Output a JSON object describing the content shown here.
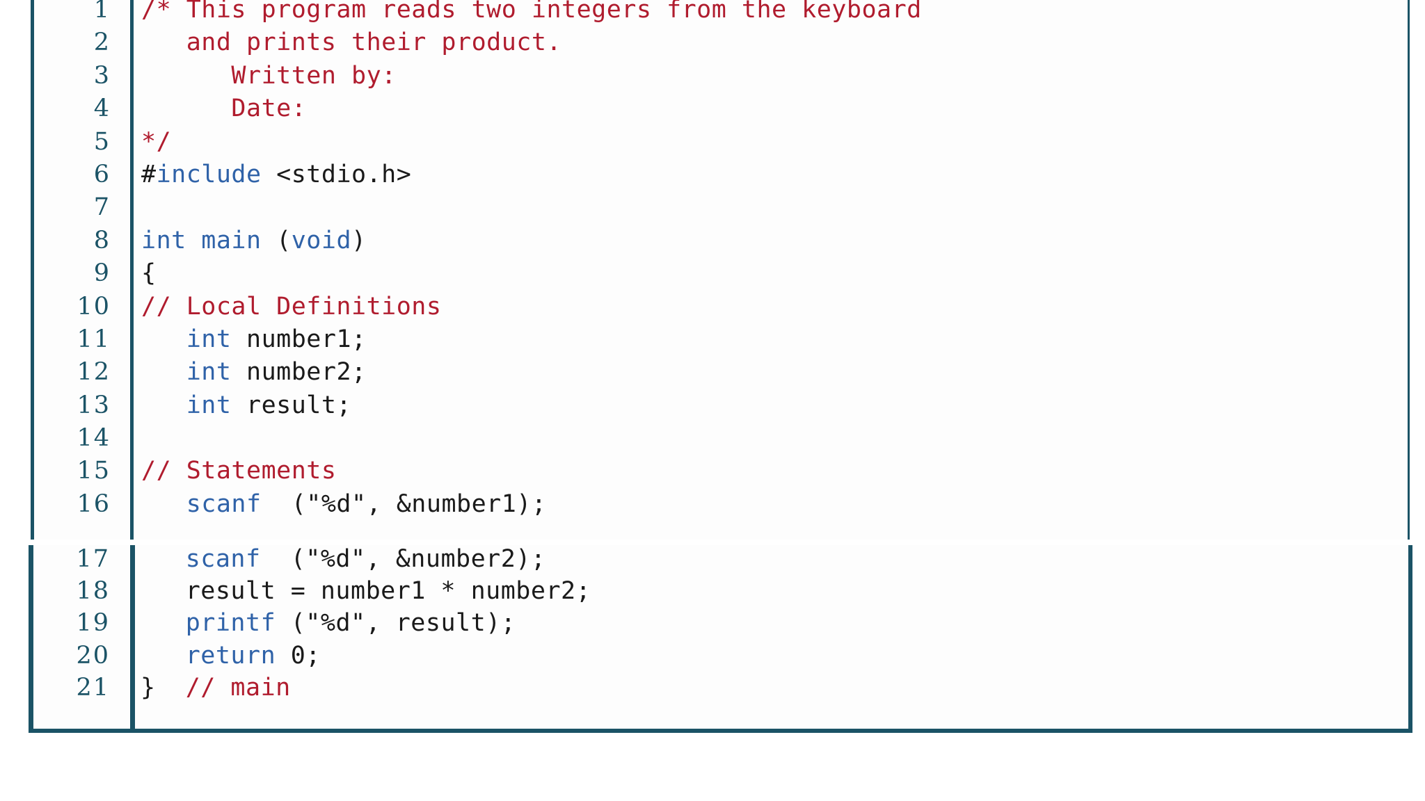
{
  "listing": {
    "language": "C",
    "colors": {
      "comment": "#b01c2e",
      "keyword": "#2f62a8",
      "plain": "#1a1a1a",
      "rule": "#1b5366",
      "line_number": "#1b5366",
      "background": "#fdfdfd"
    },
    "blocks": [
      {
        "id": "upper",
        "first_line": 1,
        "last_line": 16,
        "clipped_top": true,
        "rows": [
          {
            "n": "1",
            "tokens": [
              {
                "t": "/* This program reads two integers from the keyboard",
                "c": "comment"
              }
            ]
          },
          {
            "n": "2",
            "tokens": [
              {
                "t": "   and prints their product.",
                "c": "comment"
              }
            ]
          },
          {
            "n": "3",
            "tokens": [
              {
                "t": "      Written by:",
                "c": "comment"
              }
            ]
          },
          {
            "n": "4",
            "tokens": [
              {
                "t": "      Date:",
                "c": "comment"
              }
            ]
          },
          {
            "n": "5",
            "tokens": [
              {
                "t": "*/",
                "c": "comment"
              }
            ]
          },
          {
            "n": "6",
            "tokens": [
              {
                "t": "#",
                "c": "plain"
              },
              {
                "t": "include",
                "c": "keyword"
              },
              {
                "t": " <stdio.h>",
                "c": "plain"
              }
            ]
          },
          {
            "n": "7",
            "tokens": [
              {
                "t": "",
                "c": "plain"
              }
            ]
          },
          {
            "n": "8",
            "tokens": [
              {
                "t": "int main ",
                "c": "keyword"
              },
              {
                "t": "(",
                "c": "plain"
              },
              {
                "t": "void",
                "c": "keyword"
              },
              {
                "t": ")",
                "c": "plain"
              }
            ]
          },
          {
            "n": "9",
            "tokens": [
              {
                "t": "{",
                "c": "plain"
              }
            ]
          },
          {
            "n": "10",
            "tokens": [
              {
                "t": "// Local Definitions",
                "c": "comment"
              }
            ]
          },
          {
            "n": "11",
            "tokens": [
              {
                "t": "   ",
                "c": "plain"
              },
              {
                "t": "int",
                "c": "keyword"
              },
              {
                "t": " number1;",
                "c": "plain"
              }
            ]
          },
          {
            "n": "12",
            "tokens": [
              {
                "t": "   ",
                "c": "plain"
              },
              {
                "t": "int",
                "c": "keyword"
              },
              {
                "t": " number2;",
                "c": "plain"
              }
            ]
          },
          {
            "n": "13",
            "tokens": [
              {
                "t": "   ",
                "c": "plain"
              },
              {
                "t": "int",
                "c": "keyword"
              },
              {
                "t": " result;",
                "c": "plain"
              }
            ]
          },
          {
            "n": "14",
            "tokens": [
              {
                "t": "",
                "c": "plain"
              }
            ]
          },
          {
            "n": "15",
            "tokens": [
              {
                "t": "// Statements",
                "c": "comment"
              }
            ]
          },
          {
            "n": "16",
            "tokens": [
              {
                "t": "   ",
                "c": "plain"
              },
              {
                "t": "scanf",
                "c": "func"
              },
              {
                "t": "  (\"%d\", &number1);",
                "c": "plain"
              }
            ]
          }
        ]
      },
      {
        "id": "lower",
        "first_line": 17,
        "last_line": 21,
        "clipped_top": false,
        "rows": [
          {
            "n": "17",
            "tokens": [
              {
                "t": "   ",
                "c": "plain"
              },
              {
                "t": "scanf",
                "c": "func"
              },
              {
                "t": "  (\"%d\", &number2);",
                "c": "plain"
              }
            ]
          },
          {
            "n": "18",
            "tokens": [
              {
                "t": "   result = number1 * number2;",
                "c": "plain"
              }
            ]
          },
          {
            "n": "19",
            "tokens": [
              {
                "t": "   ",
                "c": "plain"
              },
              {
                "t": "printf",
                "c": "func"
              },
              {
                "t": " (\"%d\", result);",
                "c": "plain"
              }
            ]
          },
          {
            "n": "20",
            "tokens": [
              {
                "t": "   ",
                "c": "plain"
              },
              {
                "t": "return",
                "c": "keyword"
              },
              {
                "t": " 0;",
                "c": "plain"
              }
            ]
          },
          {
            "n": "21",
            "tokens": [
              {
                "t": "}  ",
                "c": "plain"
              },
              {
                "t": "// main",
                "c": "comment"
              }
            ]
          }
        ]
      }
    ]
  }
}
